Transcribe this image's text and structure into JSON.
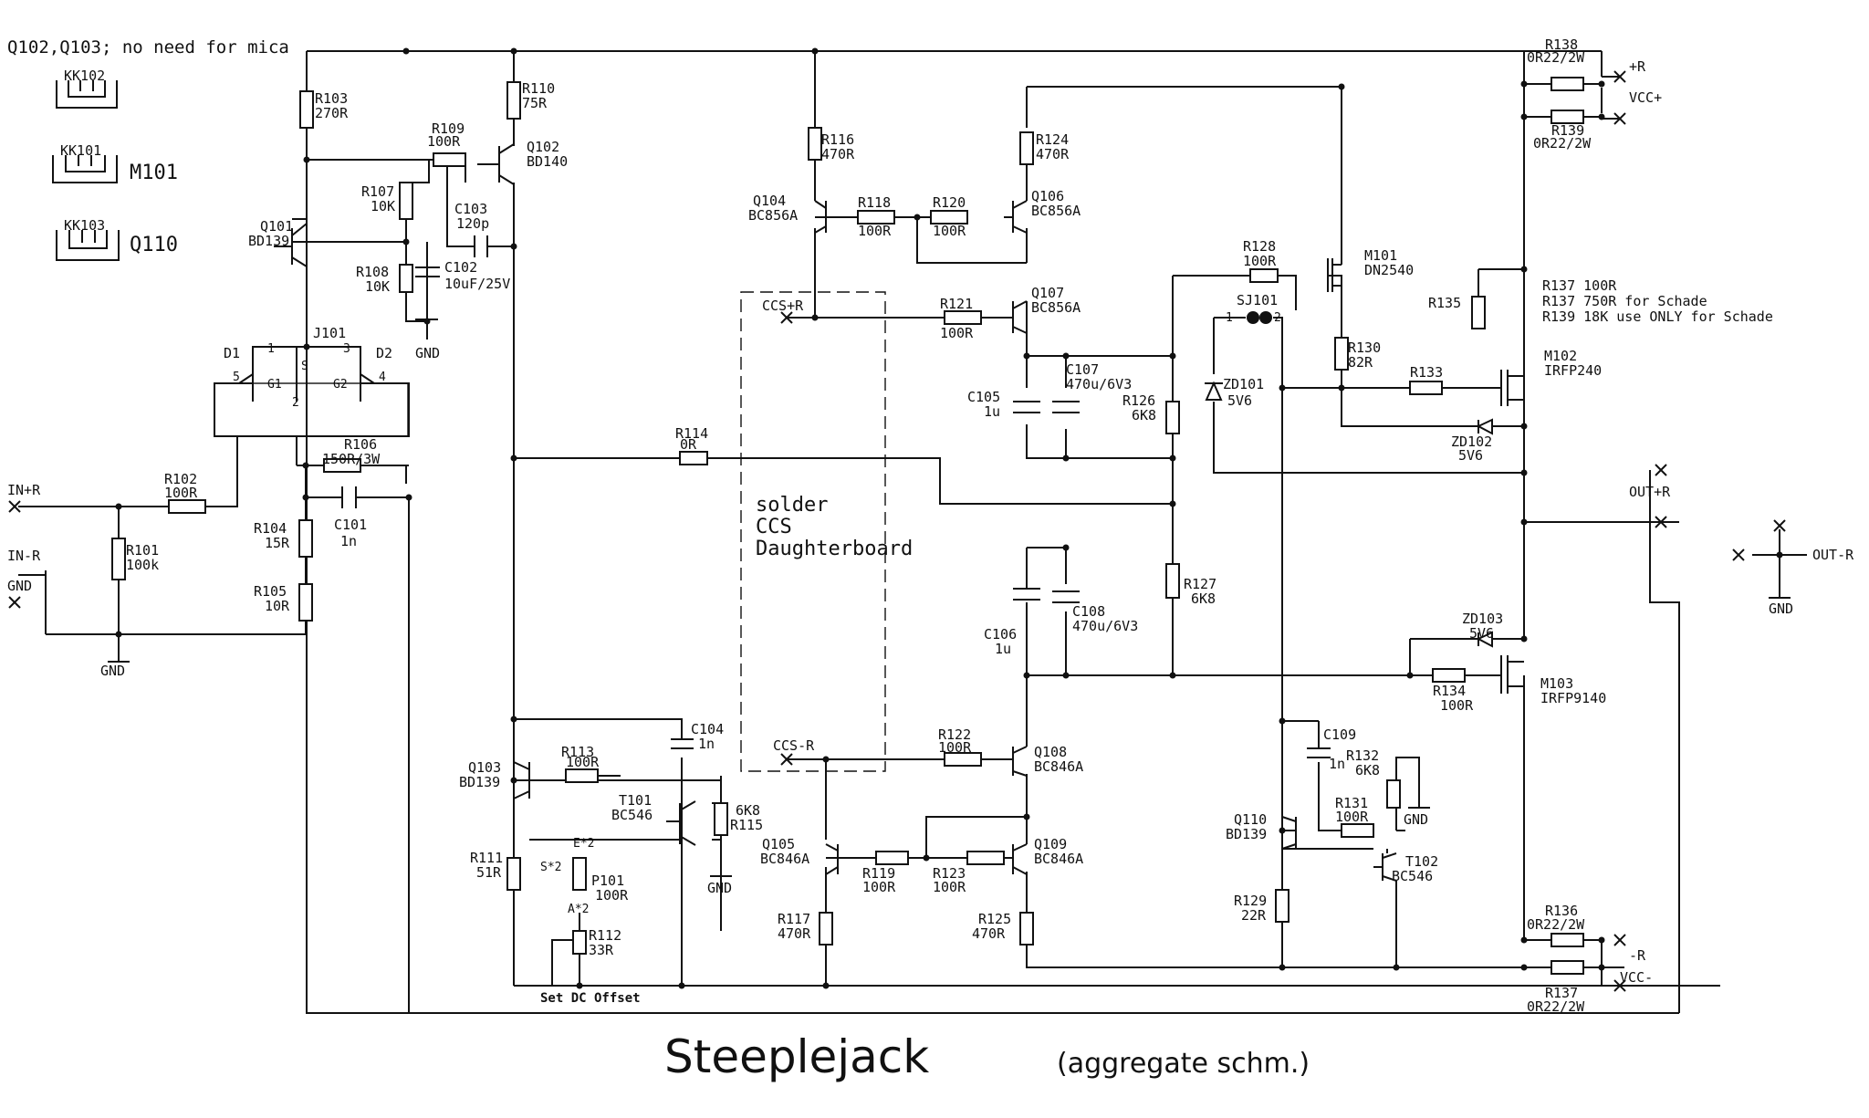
{
  "header_note": "Q102,Q103; no need for mica",
  "heatsinks": [
    {
      "label": "KK102",
      "device": ""
    },
    {
      "label": "KK101",
      "device": "M101"
    },
    {
      "label": "KK103",
      "device": "Q110"
    }
  ],
  "components": {
    "R103": {
      "name": "R103",
      "value": "270R"
    },
    "R110": {
      "name": "R110",
      "value": "75R"
    },
    "R109": {
      "name": "R109",
      "value": "100R"
    },
    "Q102": {
      "name": "Q102",
      "value": "BD140"
    },
    "R107": {
      "name": "R107",
      "value": "10K"
    },
    "C103": {
      "name": "C103",
      "value": "120p"
    },
    "Q101": {
      "name": "Q101",
      "value": "BD139"
    },
    "R108": {
      "name": "R108",
      "value": "10K"
    },
    "C102": {
      "name": "C102",
      "value": "10uF/25V"
    },
    "J101": {
      "name": "J101"
    },
    "D1": {
      "name": "D1"
    },
    "D2": {
      "name": "D2"
    },
    "R106": {
      "name": "R106",
      "value": "150R/3W"
    },
    "R102": {
      "name": "R102",
      "value": "100R"
    },
    "R101": {
      "name": "R101",
      "value": "100k"
    },
    "R104": {
      "name": "R104",
      "value": "15R"
    },
    "C101": {
      "name": "C101",
      "value": "1n"
    },
    "R105": {
      "name": "R105",
      "value": "10R"
    },
    "R116": {
      "name": "R116",
      "value": "470R"
    },
    "Q104": {
      "name": "Q104",
      "value": "BC856A"
    },
    "R118": {
      "name": "R118",
      "value": "100R"
    },
    "R120": {
      "name": "R120",
      "value": "100R"
    },
    "R124": {
      "name": "R124",
      "value": "470R"
    },
    "Q106": {
      "name": "Q106",
      "value": "BC856A"
    },
    "R121": {
      "name": "R121",
      "value": "100R"
    },
    "Q107": {
      "name": "Q107",
      "value": "BC856A"
    },
    "C107": {
      "name": "C107",
      "value": "470u/6V3"
    },
    "C105": {
      "name": "C105",
      "value": "1u"
    },
    "R126": {
      "name": "R126",
      "value": "6K8"
    },
    "R114": {
      "name": "R114",
      "value": "0R"
    },
    "R127": {
      "name": "R127",
      "value": "6K8"
    },
    "C106": {
      "name": "C106",
      "value": "1u"
    },
    "C108": {
      "name": "C108",
      "value": "470u/6V3"
    },
    "R128": {
      "name": "R128",
      "value": "100R"
    },
    "M101": {
      "name": "M101",
      "value": "DN2540"
    },
    "SJ101": {
      "name": "SJ101"
    },
    "ZD101": {
      "name": "ZD101",
      "value": "5V6"
    },
    "R130": {
      "name": "R130",
      "value": "82R"
    },
    "R133": {
      "name": "R133"
    },
    "R135": {
      "name": "R135"
    },
    "M102": {
      "name": "M102",
      "value": "IRFP240"
    },
    "ZD102": {
      "name": "ZD102",
      "value": "5V6"
    },
    "R138": {
      "name": "R138",
      "value": "0R22/2W"
    },
    "R139": {
      "name": "R139",
      "value": "0R22/2W"
    },
    "ZD103": {
      "name": "ZD103",
      "value": "5V6"
    },
    "R134": {
      "name": "R134",
      "value": "100R"
    },
    "M103": {
      "name": "M103",
      "value": "IRFP9140"
    },
    "C104": {
      "name": "C104",
      "value": "1n"
    },
    "R113": {
      "name": "R113",
      "value": "100R"
    },
    "Q103": {
      "name": "Q103",
      "value": "BD139"
    },
    "T101": {
      "name": "T101",
      "value": "BC546"
    },
    "R115": {
      "name": "R115",
      "value": "6K8"
    },
    "R111": {
      "name": "R111",
      "value": "51R"
    },
    "P101": {
      "name": "P101",
      "value": "100R"
    },
    "R112": {
      "name": "R112",
      "value": "33R"
    },
    "R122": {
      "name": "R122",
      "value": "100R"
    },
    "Q108": {
      "name": "Q108",
      "value": "BC846A"
    },
    "Q105": {
      "name": "Q105",
      "value": "BC846A"
    },
    "R119": {
      "name": "R119",
      "value": "100R"
    },
    "R123": {
      "name": "R123",
      "value": "100R"
    },
    "Q109": {
      "name": "Q109",
      "value": "BC846A"
    },
    "R117": {
      "name": "R117",
      "value": "470R"
    },
    "R125": {
      "name": "R125",
      "value": "470R"
    },
    "C109": {
      "name": "C109",
      "value": "1n"
    },
    "R132": {
      "name": "R132",
      "value": "6K8"
    },
    "R131": {
      "name": "R131",
      "value": "100R"
    },
    "Q110": {
      "name": "Q110",
      "value": "BD139"
    },
    "T102": {
      "name": "T102",
      "value": "BC546"
    },
    "R129": {
      "name": "R129",
      "value": "22R"
    },
    "R136": {
      "name": "R136",
      "value": "0R22/2W"
    },
    "R137": {
      "name": "R137",
      "value": "0R22/2W"
    }
  },
  "pins": {
    "j101_1": "1",
    "j101_3": "3",
    "j101_s": "S",
    "j101_2": "2",
    "d_5": "5",
    "d_g1": "G1",
    "d_g2": "G2",
    "d_4": "4",
    "sj_1": "1",
    "sj_2": "2",
    "p_s": "S*2",
    "p_e": "E*2",
    "p_a": "A*2"
  },
  "nets": {
    "in_r": "IN+R",
    "in_neg": "IN-R",
    "gnd": "GND",
    "vcc_r": "+R",
    "vcc_pos": "VCC+",
    "out_r": "OUT+R",
    "out_neg": "OUT-R",
    "neg_r": "-R",
    "vcc_neg": "VCC-",
    "ccs_pos": "CCS+R",
    "ccs_neg": "CCS-R"
  },
  "daughterboard": [
    "solder",
    "CCS",
    "Daughterboard"
  ],
  "schade_notes": [
    "R137 100R",
    "R137 750R for Schade",
    "R139 18K use ONLY for Schade"
  ],
  "dc_offset_note": "Set DC Offset",
  "title": "Steeplejack",
  "subtitle": "(aggregate schm.)"
}
